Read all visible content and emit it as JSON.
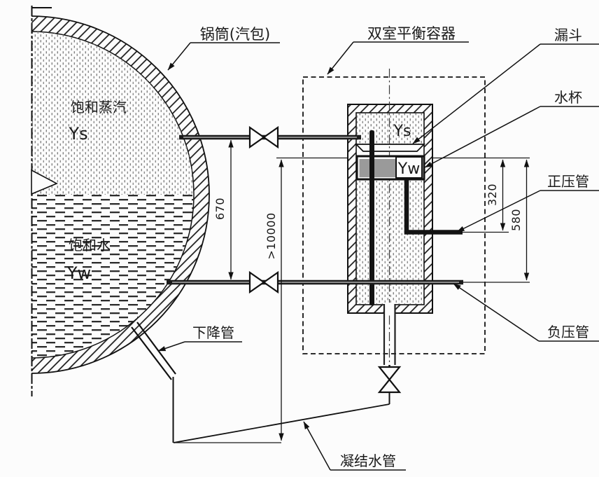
{
  "diagram": {
    "labels": {
      "drum": "锅筒(汽包)",
      "balance_vessel": "双室平衡容器",
      "funnel": "漏斗",
      "water_cup": "水杯",
      "positive_pressure_pipe": "正压管",
      "negative_pressure_pipe": "负压管",
      "downcomer": "下降管",
      "condensate_pipe": "凝结水管"
    },
    "drum": {
      "steam_region_label": "饱和蒸汽",
      "steam_symbol": "Ys",
      "water_region_label": "饱和水",
      "water_symbol": "Yw"
    },
    "vessel": {
      "steam_symbol": "Ys",
      "cup_symbol": "Yw"
    },
    "dimensions": {
      "tap_spacing": "670",
      "min_drop": ">10000",
      "cup_to_positive_tap": "320",
      "cup_to_negative_tap": "580"
    },
    "colors": {
      "ink": "#1a1a1a",
      "cup_water_fill": "#9a9a9a",
      "background": "#fcfcfc"
    }
  }
}
